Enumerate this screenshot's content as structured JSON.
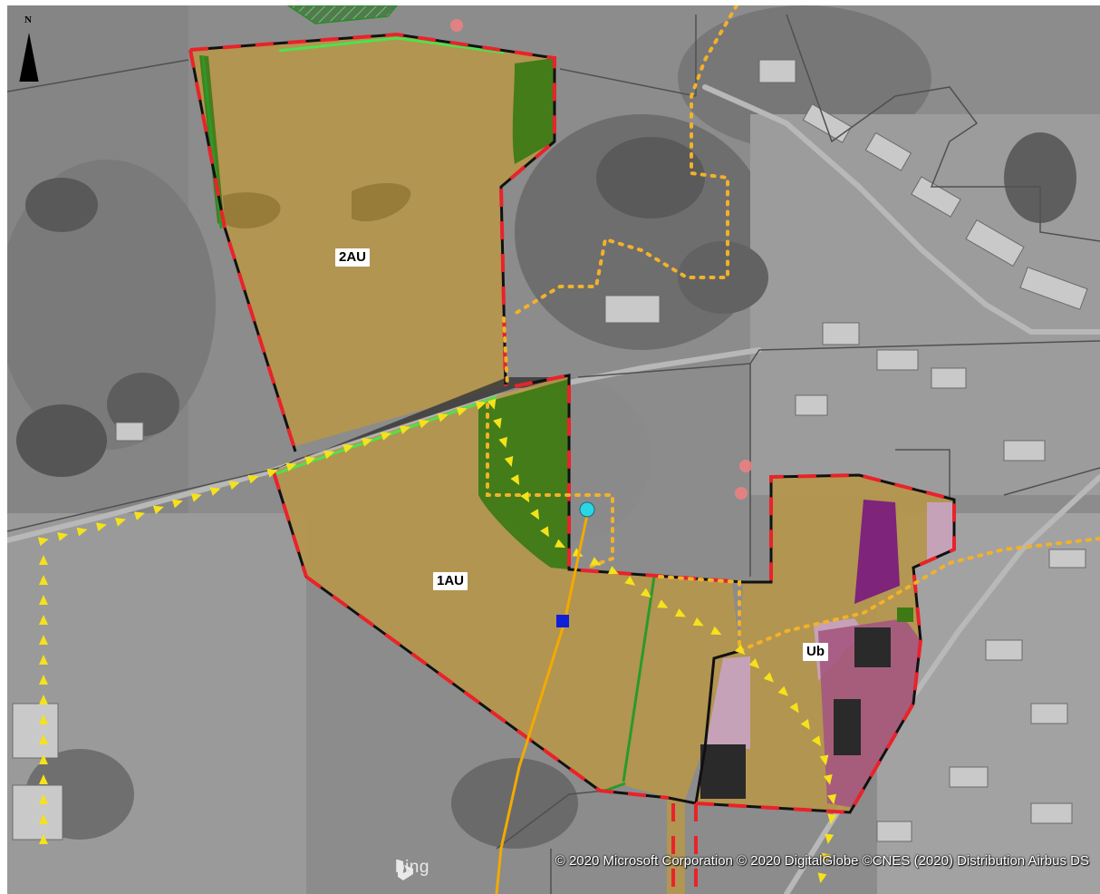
{
  "map": {
    "north_label": "N",
    "zone_labels": {
      "zone_2au": "2AU",
      "zone_1au": "1AU",
      "zone_ub": "Ub"
    },
    "attribution": "© 2020 Microsoft Corporation © 2020 DigitalGlobe ©CNES (2020) Distribution Airbus DS",
    "basemap_provider": "bing"
  },
  "colors": {
    "zone_fill": "#b5964b",
    "boundary_dash": "#e8232a",
    "boundary_line": "#111111",
    "woodland": "#3d7a16",
    "hedge_line": "#2a9a2a",
    "path_dotted": "#f2b12a",
    "triangle_path": "#f5e21a",
    "pipeline": "#f2aa00",
    "light_purple": "#c7a3c3",
    "dark_purple": "#7a1a7e",
    "magenta": "#a4577f",
    "cyan_point": "#2ad6e6",
    "blue_point": "#1020d8"
  },
  "icons": {
    "north_arrow": "north-arrow-icon",
    "bing": "bing-logo-icon"
  }
}
